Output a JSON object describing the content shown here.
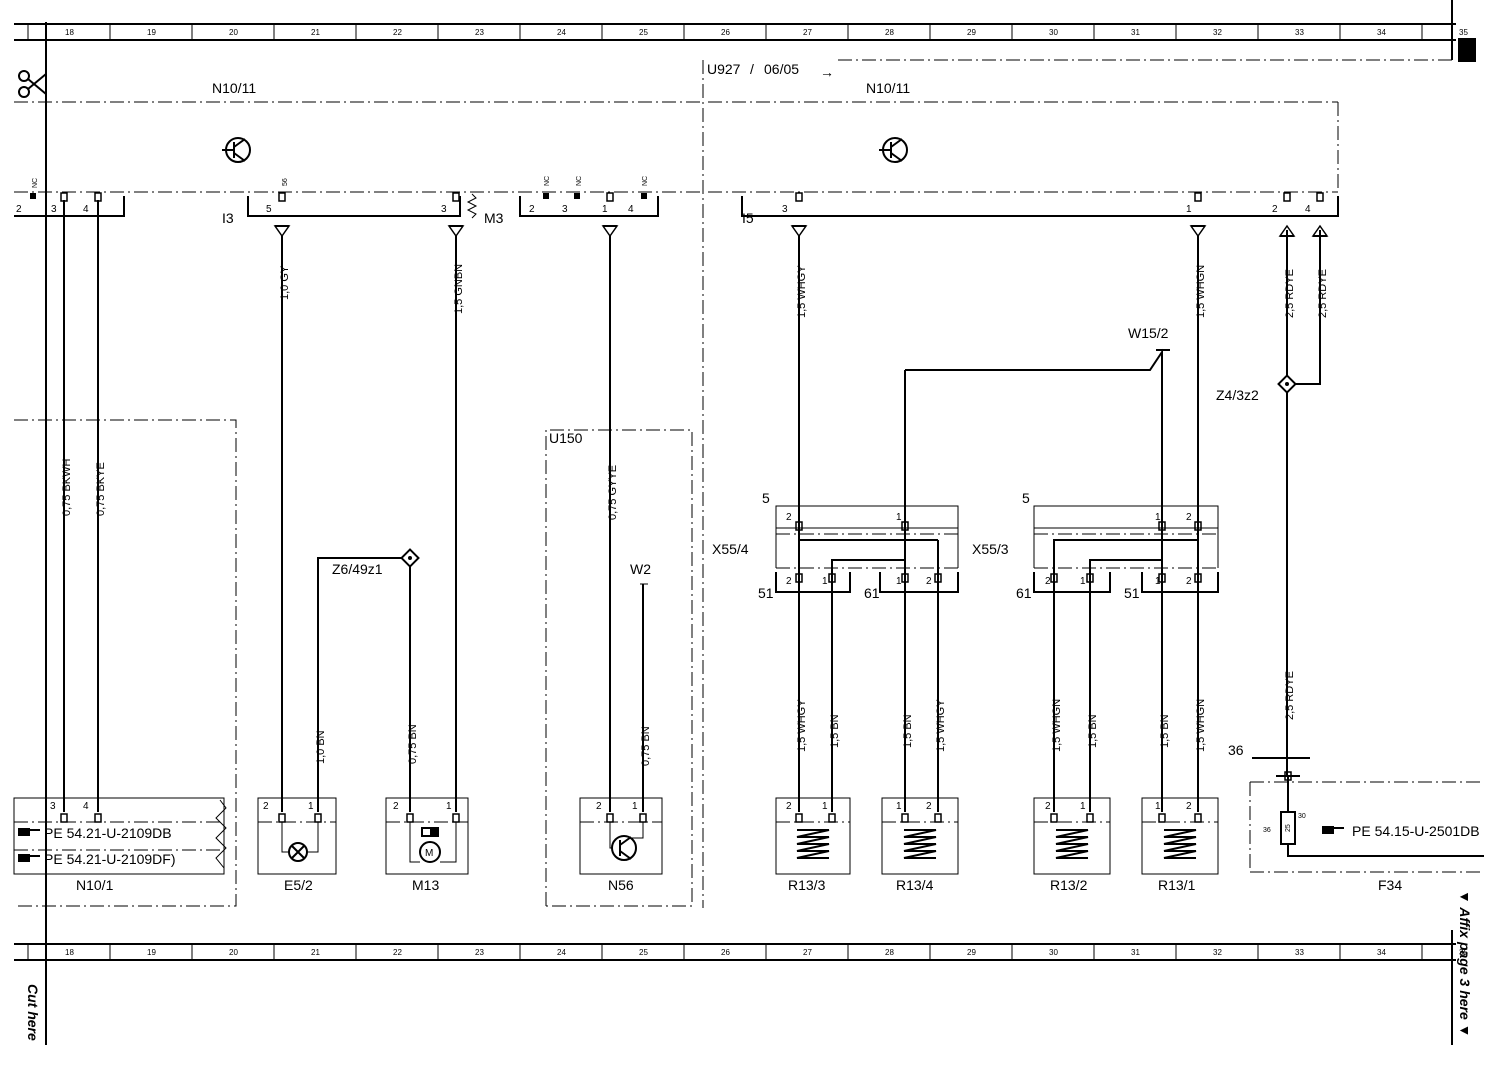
{
  "header": {
    "revision": "U927",
    "revision_sep": "/",
    "revision_date": "06/05",
    "revision_arrow": "→"
  },
  "grid_numbers": [
    "18",
    "19",
    "20",
    "21",
    "22",
    "23",
    "24",
    "25",
    "26",
    "27",
    "28",
    "29",
    "30",
    "31",
    "32",
    "33",
    "34",
    "35"
  ],
  "footer": {
    "cut_here": "Cut here",
    "affix": "▼ Affix page 3 here ▼"
  },
  "components": {
    "n10_11_left": "N10/11",
    "n10_11_right": "N10/11",
    "u150": "U150",
    "w2": "W2",
    "w15_2": "W15/2",
    "z4_3z2": "Z4/3z2",
    "z6_49z1": "Z6/49z1",
    "x55_4": "X55/4",
    "x55_3": "X55/3",
    "n10_1": "N10/1",
    "e5_2": "E5/2",
    "m13": "M13",
    "n56": "N56",
    "r13_3": "R13/3",
    "r13_4": "R13/4",
    "r13_2": "R13/2",
    "r13_1": "R13/1",
    "f34": "F34",
    "f34_36": "36",
    "f34_30": "30",
    "f34_fuse": "25",
    "x55_4_5": "5",
    "x55_4_51": "51",
    "x55_4_61": "61",
    "x55_3_5": "5",
    "x55_3_61": "61",
    "x55_3_51": "51"
  },
  "connectors": {
    "i3": "I3",
    "m3": "M3",
    "i5": "I5"
  },
  "pins": {
    "p_2a": "2",
    "p_3a": "3",
    "p_4a": "4",
    "p_5b": "5",
    "p_3b": "3",
    "p_2c": "2",
    "p_3c": "3",
    "p_1c": "1",
    "p_4c": "4",
    "p_3d": "3",
    "p_1d": "1",
    "p_2d": "2",
    "p_4d": "4",
    "nc1": "NC",
    "s56": "56",
    "nc2": "NC",
    "nc3": "NC",
    "nc4": "NC",
    "x4_2t": "2",
    "x4_1t": "1",
    "x4_2b": "2",
    "x4_1b": "1",
    "x4_1b2": "1",
    "x4_2b2": "2",
    "x3_1t": "1",
    "x3_2t": "2",
    "x3_2b": "2",
    "x3_1b": "1",
    "x3_1b2": "1",
    "x3_2b2": "2",
    "n101_3": "3",
    "n101_4": "4",
    "e52_2": "2",
    "e52_1": "1",
    "m13_2": "2",
    "m13_1": "1",
    "n56_2": "2",
    "n56_1": "1",
    "r133_2": "2",
    "r133_1": "1",
    "r134_1": "1",
    "r134_2": "2",
    "r132_2": "2",
    "r132_1": "1",
    "r131_1": "1",
    "r131_2": "2"
  },
  "wires": {
    "w_bkwh": "0,75 BKWH",
    "w_bkye": "0,75 BKYE",
    "w_gy": "1,0 GY",
    "w_gnbn": "1,5 GNBN",
    "w_gyye": "0,75 GYYE",
    "w_whgy_top": "1,5 WHGY",
    "w_whgn_top": "1,5 WHGN",
    "w_rdye_1": "2,5 RDYE",
    "w_rdye_2": "2,5 RDYE",
    "w_rdye_3": "2,5 RDYE",
    "w_bn_e52": "1,0 BN",
    "w_bn_m13": "0,75 BN",
    "w_bn_n56": "0,75 BN",
    "w_r133_whgy": "1,5 WHGY",
    "w_r133_bn": "1,5 BN",
    "w_r134_bn": "1,5 BN",
    "w_r134_whgy": "1,5 WHGY",
    "w_r132_whgn": "1,5 WHGN",
    "w_r132_bn": "1,5 BN",
    "w_r131_bn": "1,5 BN",
    "w_r131_whgn": "1,5 WHGN"
  },
  "references": {
    "pe_2109db": "PE 54.21-U-2109DB",
    "pe_2109df": "PE 54.21-U-2109DF)",
    "pe_2501db": "PE 54.15-U-2501DB"
  }
}
